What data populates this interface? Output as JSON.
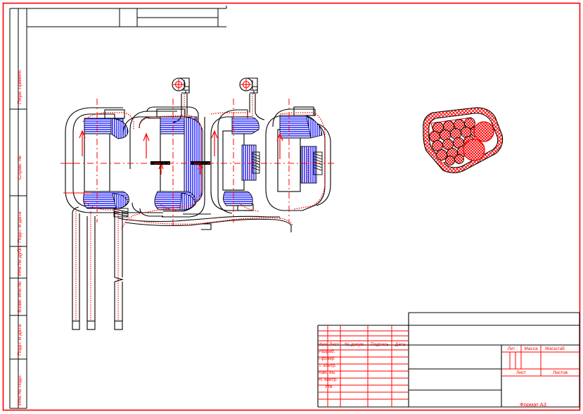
{
  "document": {
    "type": "engineering-drawing",
    "format_label": "Формат А3",
    "sheet_width": 829,
    "sheet_height": 588
  },
  "colors": {
    "frame": "#ff0000",
    "text": "#ff0000",
    "outline": "#000000",
    "hatch_section": "#0000ff",
    "centerline": "#ff0000",
    "hatch_cross": "#ff0000"
  },
  "sidebar": {
    "labels": [
      {
        "text": "Перв. примен.",
        "name": "first-application"
      },
      {
        "text": "Справ. №",
        "name": "reference-number"
      },
      {
        "text": "Подп. и дата",
        "name": "signature-and-date-1"
      },
      {
        "text": "Инв.№ дубл.",
        "name": "duplicate-inventory-number"
      },
      {
        "text": "Взам. инв.№",
        "name": "replaced-inventory-number"
      },
      {
        "text": "Подп. и дата",
        "name": "signature-and-date-2"
      },
      {
        "text": "Инв.№ подл.",
        "name": "original-inventory-number"
      }
    ]
  },
  "title_block": {
    "revision_headers": [
      "Изм",
      "Лист",
      "№ докум",
      "Подпись",
      "Дата"
    ],
    "role_rows": [
      "Разраб.",
      "Провер",
      "Т. контр.",
      "Нач. КБ",
      "Н. контр.",
      "Утв."
    ],
    "right_headers": [
      "Лит",
      "Масса",
      "Масштаб"
    ],
    "sheet_headers": [
      "Лист",
      "Листов"
    ],
    "literal_values": [
      "",
      "",
      ""
    ],
    "designation": "",
    "name": "",
    "organization": ""
  },
  "views": {
    "main_section": {
      "name": "longitudinal-section-view",
      "description": "Longitudinal cross-section of four-chamber assembly with hatched sections and three vertical legs"
    },
    "cross_section": {
      "name": "tube-bundle-cross-section-view",
      "description": "Cross-section with cross-hatched tube bundle"
    }
  },
  "stamps": [
    {
      "name": "datum-marker-left",
      "symbol": "⊕"
    },
    {
      "name": "datum-marker-right",
      "symbol": "⊕"
    }
  ]
}
